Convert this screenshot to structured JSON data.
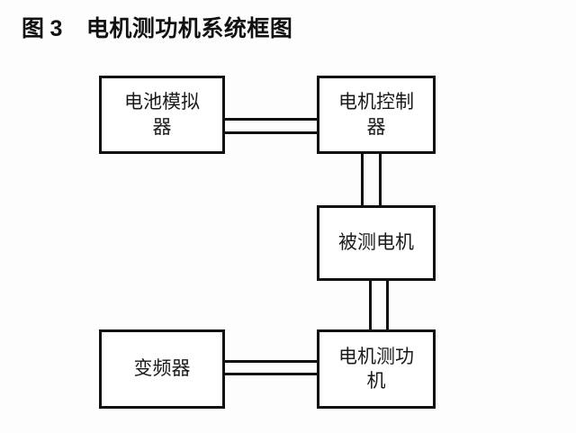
{
  "figure": {
    "caption_label_zh": "图",
    "caption_number": "3",
    "caption_title": "电机测功机系统框图"
  },
  "diagram": {
    "type": "block-diagram",
    "blocks": [
      {
        "id": "battery-sim",
        "label": "电池模拟器"
      },
      {
        "id": "motor-ctrl",
        "label": "电机控制器"
      },
      {
        "id": "motor-test",
        "label": "被测电机"
      },
      {
        "id": "dynamometer",
        "label": "电机测功机"
      },
      {
        "id": "inverter",
        "label": "变频器"
      }
    ],
    "connections": [
      {
        "id": "batt-ctrl",
        "from": "battery-sim",
        "to": "motor-ctrl",
        "style": "double-line",
        "orientation": "horizontal"
      },
      {
        "id": "ctrl-motor",
        "from": "motor-ctrl",
        "to": "motor-test",
        "style": "double-line",
        "orientation": "vertical"
      },
      {
        "id": "motor-dyno",
        "from": "motor-test",
        "to": "dynamometer",
        "style": "double-line",
        "orientation": "vertical"
      },
      {
        "id": "inv-dyno",
        "from": "inverter",
        "to": "dynamometer",
        "style": "double-line",
        "orientation": "horizontal"
      }
    ],
    "colors": {
      "stroke": "#111111",
      "block_fill": "#ffffff",
      "background": "#fdfdfd",
      "text": "#1a1a1a"
    }
  }
}
